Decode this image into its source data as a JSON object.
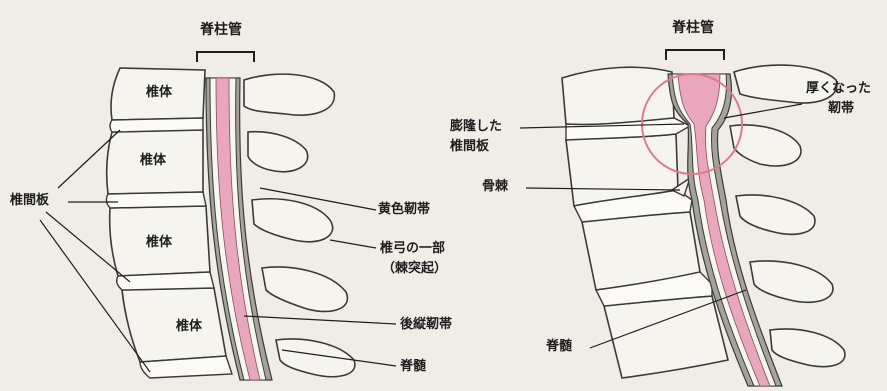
{
  "left": {
    "canal_label": "脊柱管",
    "vertebra_label": "椎体",
    "disc_label": "椎間板",
    "ligamentum_label": "黄色靭帯",
    "arch_label_line1": "椎弓の一部",
    "arch_label_line2": "（棘突起）",
    "posterior_lig_label": "後縦靭帯",
    "cord_label": "脊髄"
  },
  "right": {
    "canal_label": "脊柱管",
    "thick_lig_line1": "厚くなった",
    "thick_lig_line2": "靭帯",
    "bulge_line1": "膨隆した",
    "bulge_line2": "椎間板",
    "spur_label": "骨棘",
    "cord_label": "脊髄"
  },
  "colors": {
    "cord": "#e9a7bd",
    "ligament": "#a3a39a",
    "highlight_circle": "#e07a8a",
    "outline": "#3a3a3a"
  }
}
